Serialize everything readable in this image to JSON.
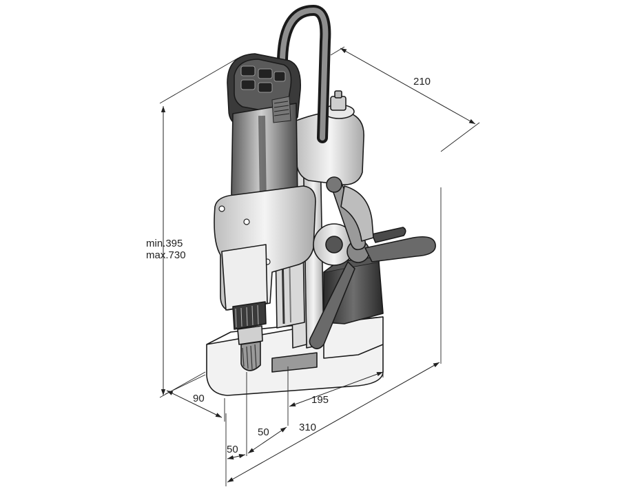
{
  "dimensions": {
    "depth_top": "210",
    "height_min": "min.395",
    "height_max": "max.730",
    "width_base": "90",
    "span_195": "195",
    "offset_50_a": "50",
    "span_310": "310",
    "offset_50_b": "50"
  },
  "colors": {
    "line": "#1a1a1a",
    "body_dark": "#3a3a3a",
    "body_mid": "#8c8c8c",
    "body_light": "#e6e6e6",
    "background": "#ffffff"
  },
  "icons": [
    "magnetic-core-drill-illustration",
    "arrow-icon"
  ]
}
